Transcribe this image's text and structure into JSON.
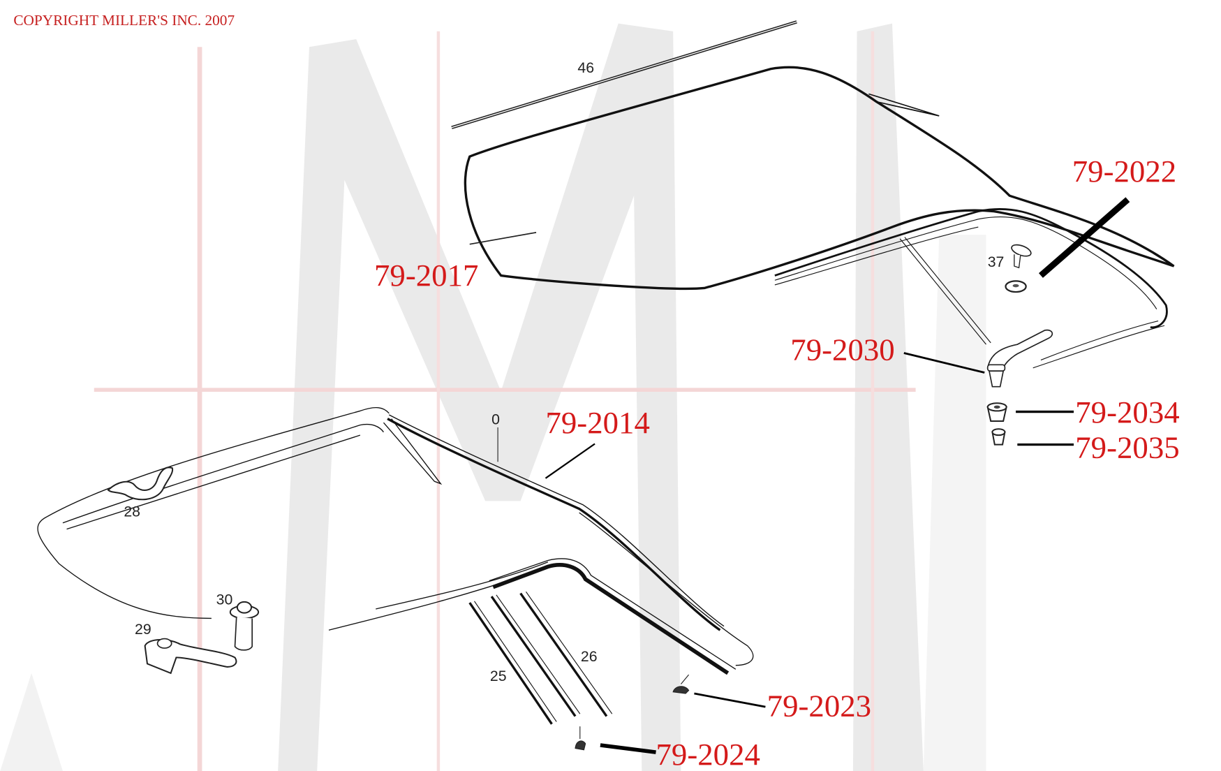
{
  "diagram": {
    "type": "exploded parts diagram",
    "subject": "Hardtop roof, weatherstrip seals and latch hardware",
    "copyright": "COPYRIGHT MILLER'S INC. 2007",
    "watermark": "M",
    "colors": {
      "label_red": "#d41a1a",
      "line": "#111111",
      "watermark_gray": "#e6e6e6",
      "watermark_red": "#f3d4d4",
      "background": "#ffffff"
    }
  },
  "part_labels": [
    {
      "id": "79-2017",
      "text": "79-2017",
      "target": "roof-panel-seal"
    },
    {
      "id": "79-2022",
      "text": "79-2022",
      "target": "rear-roof-seal"
    },
    {
      "id": "79-2030",
      "text": "79-2030",
      "target": "roof-latch-handle"
    },
    {
      "id": "79-2034",
      "text": "79-2034",
      "target": "rubber-bumper-large"
    },
    {
      "id": "79-2035",
      "text": "79-2035",
      "target": "rubber-bumper-small"
    },
    {
      "id": "79-2014",
      "text": "79-2014",
      "target": "side-rail-seal"
    },
    {
      "id": "79-2023",
      "text": "79-2023",
      "target": "end-plug-upper"
    },
    {
      "id": "79-2024",
      "text": "79-2024",
      "target": "end-plug-lower"
    }
  ],
  "reference_numbers": [
    {
      "text": "46",
      "target": "top-trim-strip"
    },
    {
      "text": "37",
      "target": "clip"
    },
    {
      "text": "28",
      "target": "grab-handle"
    },
    {
      "text": "30",
      "target": "latch-receiver"
    },
    {
      "text": "29",
      "target": "latch-lever"
    },
    {
      "text": "25",
      "target": "channel-strip"
    },
    {
      "text": "26",
      "target": "channel-strip-2"
    },
    {
      "text": "0",
      "target": "rail-marker"
    }
  ]
}
